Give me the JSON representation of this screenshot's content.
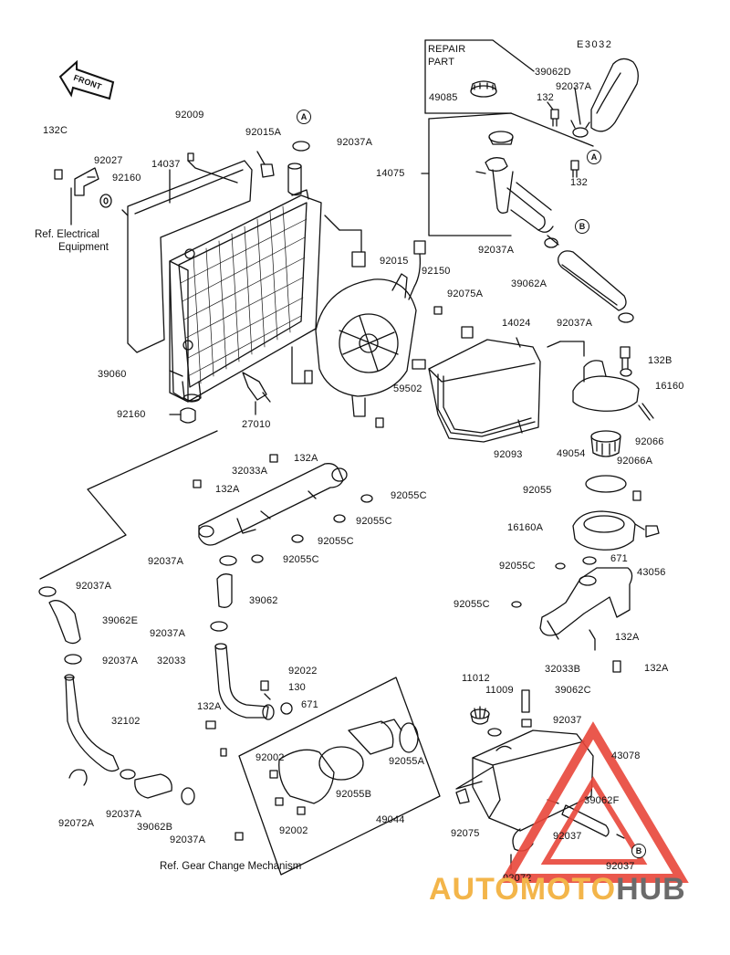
{
  "diagram_code": "E3032",
  "front_label": "FRONT",
  "repair_part_label": [
    "REPAIR",
    "PART"
  ],
  "notes": {
    "ref_electrical": [
      "Ref. Electrical",
      "Equipment"
    ],
    "ref_gear": "Ref. Gear Change Mechanism"
  },
  "circle_markers": {
    "a1": "A",
    "a2": "A",
    "b1": "B",
    "b2": "B"
  },
  "labels": {
    "l_39062D": "39062D",
    "l_92037A_1": "92037A",
    "l_49085": "49085",
    "l_132_1": "132",
    "l_132_2": "132",
    "l_14075": "14075",
    "l_92037A_2": "92037A",
    "l_39062A": "39062A",
    "l_92037A_3": "92037A",
    "l_132B": "132B",
    "l_16160_1": "16160",
    "l_92066": "92066",
    "l_49054": "49054",
    "l_92066A": "92066A",
    "l_92055": "92055",
    "l_16160A": "16160A",
    "l_43056": "43056",
    "l_92055C_1": "92055C",
    "l_671_1": "671",
    "l_92055C_2": "92055C",
    "l_132A_1": "132A",
    "l_32033B": "32033B",
    "l_132A_2": "132A",
    "l_132C": "132C",
    "l_92009": "92009",
    "l_92015A": "92015A",
    "l_92037A_4": "92037A",
    "l_92027": "92027",
    "l_14037": "14037",
    "l_92160_1": "92160",
    "l_92015": "92015",
    "l_92150": "92150",
    "l_92075A": "92075A",
    "l_14024": "14024",
    "l_39060": "39060",
    "l_59502": "59502",
    "l_92160_2": "92160",
    "l_27010": "27010",
    "l_92093": "92093",
    "l_132A_3": "132A",
    "l_32033A": "32033A",
    "l_132A_4": "132A",
    "l_92055C_3": "92055C",
    "l_92055C_4": "92055C",
    "l_92055C_5": "92055C",
    "l_92037A_5": "92037A",
    "l_92055C_6": "92055C",
    "l_92037A_6": "92037A",
    "l_39062": "39062",
    "l_39062E": "39062E",
    "l_92037A_7": "92037A",
    "l_92037A_8": "92037A",
    "l_32033": "32033",
    "l_92022": "92022",
    "l_130": "130",
    "l_132A_5": "132A",
    "l_671_2": "671",
    "l_32102": "32102",
    "l_92002_1": "92002",
    "l_92055A": "92055A",
    "l_92055B": "92055B",
    "l_92002_2": "92002",
    "l_49044": "49044",
    "l_92072A": "92072A",
    "l_92037A_9": "92037A",
    "l_39062B": "39062B",
    "l_92037A_10": "92037A",
    "l_11012": "11012",
    "l_11009": "11009",
    "l_39062C": "39062C",
    "l_92037_1": "92037",
    "l_43078": "43078",
    "l_39062F": "39062F",
    "l_92037_2": "92037",
    "l_92075": "92075",
    "l_92072": "92072",
    "l_92037_3": "92037"
  },
  "watermark": {
    "part1": "AUTOMOTO",
    "part2": "HUB",
    "color1": "#f3b54a",
    "color2": "#6b6b6b",
    "triangle_color": "#e8463a"
  }
}
